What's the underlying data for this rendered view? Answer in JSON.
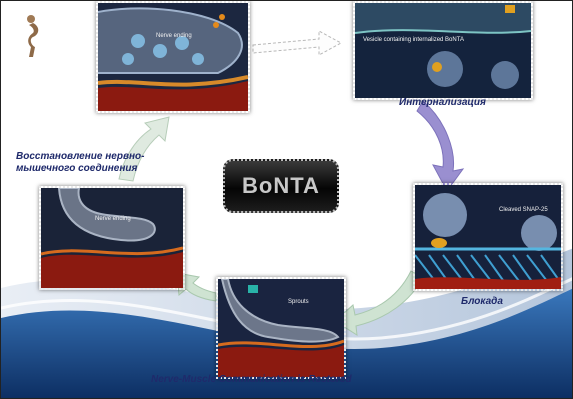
{
  "diagram": {
    "center_label": "BoNTA",
    "captions": {
      "internalization": "Интернализация",
      "restoration": "Восстановление нервно-мышечного соединения",
      "blockade": "Блокада",
      "communication_restored": "Nerve-Muscle Communication is Restored"
    },
    "panel_labels": {
      "top_left": "Nerve ending",
      "top_right": "Vesicle containing internalized BoNTA",
      "mid_right": "Cleaved SNAP-25",
      "mid_left": "Nerve ending",
      "bottom_center": "Sprouts"
    }
  },
  "colors": {
    "caption": "#1f2a6b",
    "wave_blue": "#1d4f8f",
    "muscle_red": "#8b1a10",
    "arrow_green": "#cfe3d2",
    "arrow_purple": "#9a8fd0"
  }
}
